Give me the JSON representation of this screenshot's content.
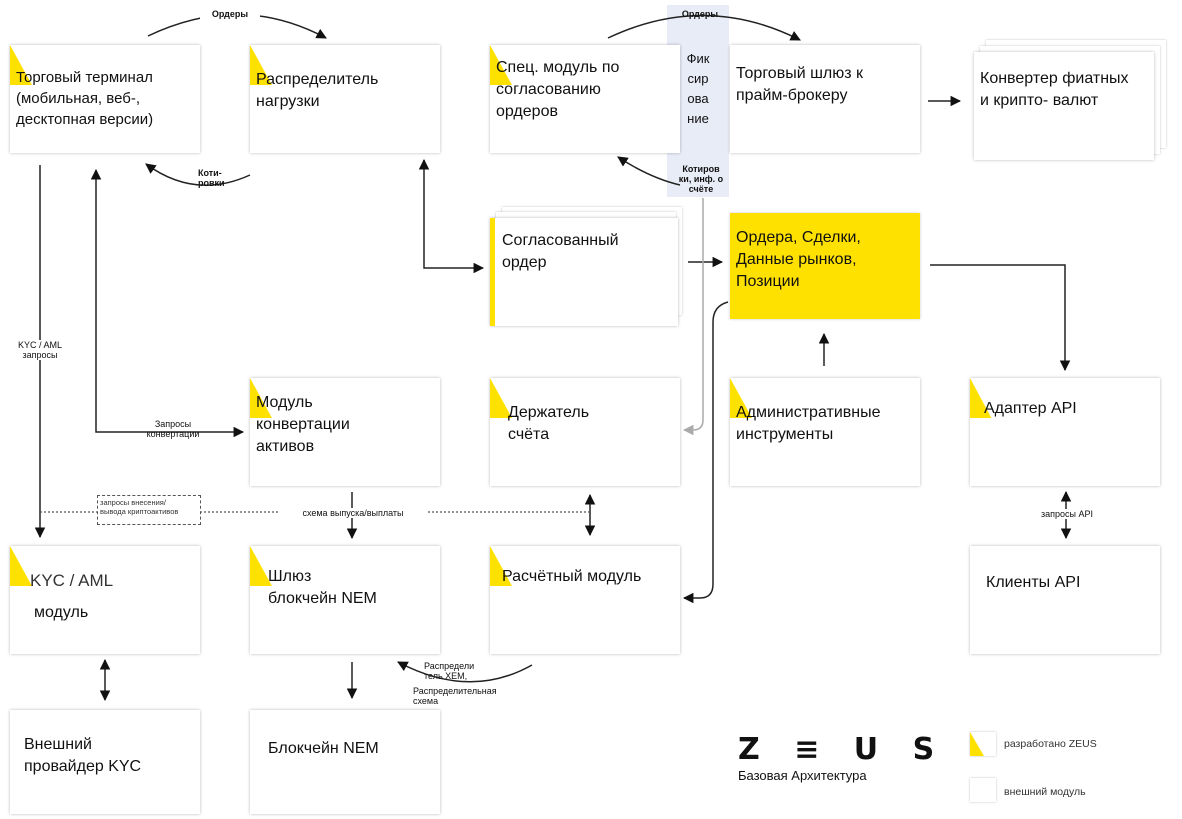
{
  "boxes": {
    "trading_terminal": "Торговый терминал\n(мобильная, веб-,\nдесктопная версии)",
    "load_balancer": "Распределитель\nнагрузки",
    "order_matching": "Спец. модуль по\nсогласованию\nордеров",
    "fixation": "Фик\nсир\nова\nние",
    "trading_gateway": "Торговый шлюз к\nпрайм-брокеру",
    "converter": "Конвертер фиатных\nи крипто- валют",
    "matched_order": "Согласованный\nордер",
    "orders_deals": "Ордера, Сделки,\nДанные рынков,\nПозиции",
    "asset_conversion": "Модуль\nконвертации\nактивов",
    "account_holder": "Держатель\nсчёта",
    "admin_tools": "Административные\nинструменты",
    "api_adapter": "Адаптер API",
    "kyc_module_title": "KYC / AML",
    "kyc_module_sub": "модуль",
    "nem_gateway": "Шлюз\nблокчейн NEM",
    "settlement": "Расчётный модуль",
    "api_clients": "Клиенты API",
    "kyc_provider": "Внешний\nпровайдер KYC",
    "nem_blockchain": "Блокчейн NEM"
  },
  "labels": {
    "orders_left": "Ордеры",
    "quotes_left": "Коти-\nровки",
    "orders_right": "Ордеры",
    "quotes_right": "Котиров\nки, инф. о\nсчёте",
    "kyc_requests": "KYC / AML\nзапросы",
    "conversion_requests": "Запросы\nконвертации",
    "crypto_requests": "запросы внесения/\nвывода криптоактивов",
    "issue_scheme": "схема выпуска/выплаты",
    "api_requests": "запросы API",
    "distributor": "Распредели\nтель XEM,",
    "distribution_scheme": "Распределительная\nсхема"
  },
  "logo": {
    "name": "Z ≡ U S",
    "subtitle": "Базовая Архитектура"
  },
  "legend": {
    "zeus": "разработано ZEUS",
    "external": "внешний модуль"
  },
  "colors": {
    "accent": "#ffe100",
    "fixation_bg": "#e8ecf7"
  }
}
